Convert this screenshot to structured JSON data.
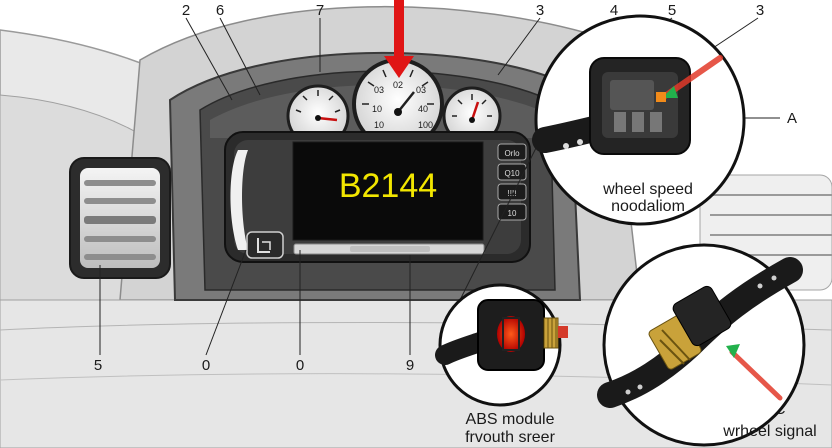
{
  "display": {
    "code": "B2144"
  },
  "callouts": {
    "top": [
      "2",
      "6",
      "7",
      "3",
      "4",
      "5",
      "3"
    ],
    "bottom": [
      "5",
      "0",
      "0",
      "9"
    ],
    "side_a": "A",
    "side_c": "C"
  },
  "gauges": {
    "speedo_ticks": [
      "03",
      "03",
      "02",
      "10",
      "40",
      "10",
      "100"
    ]
  },
  "buttons": {
    "right": [
      "Orlo",
      "Q10",
      "!!!!",
      "10"
    ]
  },
  "captions": {
    "sensor_top_line1": "wheel speed",
    "sensor_top_line2": "noodaliom",
    "abs_line1": "ABS module",
    "abs_line2": "frvouth sreer",
    "wheel_signal": "wrheel signal"
  },
  "colors": {
    "arrow_red": "#e01515",
    "arrow_green": "#22b14c",
    "code_yellow": "#f2e600",
    "screen_black": "#0a0a0a"
  }
}
